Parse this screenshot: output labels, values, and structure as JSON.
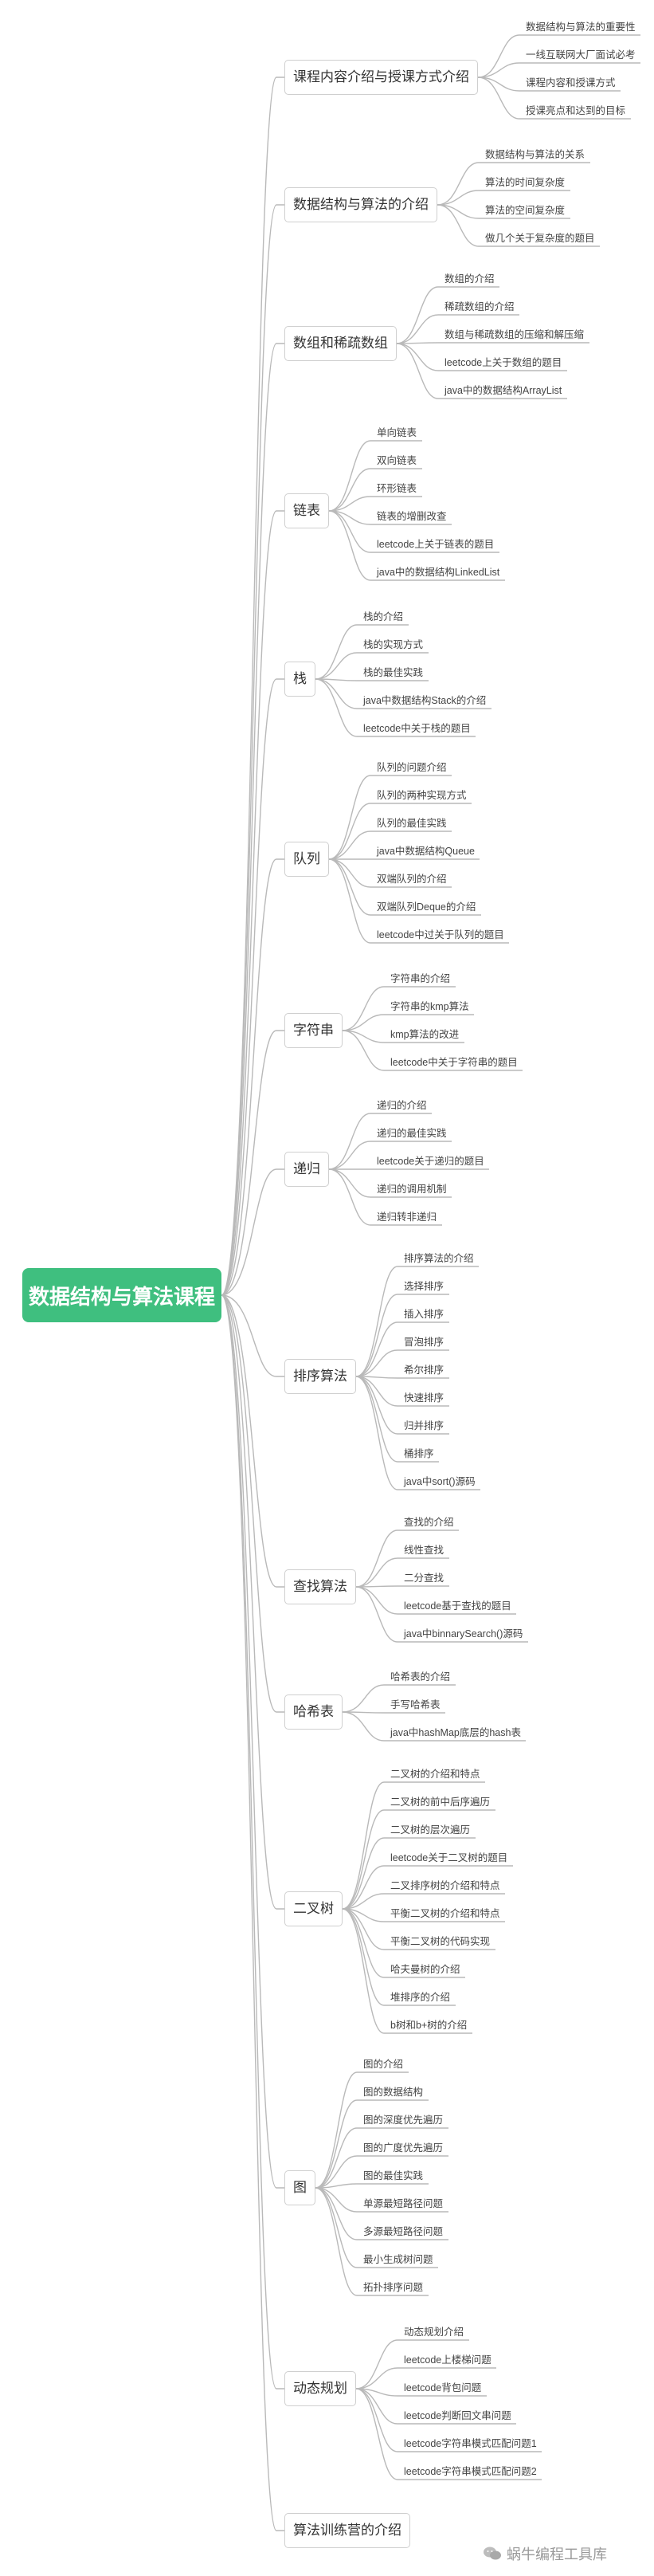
{
  "root": "数据结构与算法课程",
  "branches": [
    {
      "label": "课程内容介绍与授课方式介绍",
      "children": [
        "数据结构与算法的重要性",
        "一线互联网大厂面试必考",
        "课程内容和授课方式",
        "授课亮点和达到的目标"
      ]
    },
    {
      "label": "数据结构与算法的介绍",
      "children": [
        "数据结构与算法的关系",
        "算法的时间复杂度",
        "算法的空间复杂度",
        "做几个关于复杂度的题目"
      ]
    },
    {
      "label": "数组和稀疏数组",
      "children": [
        "数组的介绍",
        "稀疏数组的介绍",
        "数组与稀疏数组的压缩和解压缩",
        "leetcode上关于数组的题目",
        "java中的数据结构ArrayList"
      ]
    },
    {
      "label": "链表",
      "children": [
        "单向链表",
        "双向链表",
        "环形链表",
        "链表的增删改查",
        "leetcode上关于链表的题目",
        "java中的数据结构LinkedList"
      ]
    },
    {
      "label": "栈",
      "children": [
        "栈的介绍",
        "栈的实现方式",
        "栈的最佳实践",
        "java中数据结构Stack的介绍",
        "leetcode中关于栈的题目"
      ]
    },
    {
      "label": "队列",
      "children": [
        "队列的问题介绍",
        "队列的两种实现方式",
        "队列的最佳实践",
        "java中数据结构Queue",
        "双端队列的介绍",
        "双端队列Deque的介绍",
        "leetcode中过关于队列的题目"
      ]
    },
    {
      "label": "字符串",
      "children": [
        "字符串的介绍",
        "字符串的kmp算法",
        "kmp算法的改进",
        "leetcode中关于字符串的题目"
      ]
    },
    {
      "label": "递归",
      "children": [
        "递归的介绍",
        "递归的最佳实践",
        "leetcode关于递归的题目",
        "递归的调用机制",
        "递归转非递归"
      ]
    },
    {
      "label": "排序算法",
      "children": [
        "排序算法的介绍",
        "选择排序",
        "插入排序",
        "冒泡排序",
        "希尔排序",
        "快速排序",
        "归并排序",
        "桶排序",
        "java中sort()源码"
      ]
    },
    {
      "label": "查找算法",
      "children": [
        "查找的介绍",
        "线性查找",
        "二分查找",
        "leetcode基于查找的题目",
        "java中binnarySearch()源码"
      ]
    },
    {
      "label": "哈希表",
      "children": [
        "哈希表的介绍",
        "手写哈希表",
        "java中hashMap底层的hash表"
      ]
    },
    {
      "label": "二叉树",
      "children": [
        "二叉树的介绍和特点",
        "二叉树的前中后序遍历",
        "二叉树的层次遍历",
        "leetcode关于二叉树的题目",
        "二叉排序树的介绍和特点",
        "平衡二叉树的介绍和特点",
        "平衡二叉树的代码实现",
        "哈夫曼树的介绍",
        "堆排序的介绍",
        "b树和b+树的介绍"
      ]
    },
    {
      "label": "图",
      "children": [
        "图的介绍",
        "图的数据结构",
        "图的深度优先遍历",
        "图的广度优先遍历",
        "图的最佳实践",
        "单源最短路径问题",
        "多源最短路径问题",
        "最小生成树问题",
        "拓扑排序问题"
      ]
    },
    {
      "label": "动态规划",
      "children": [
        "动态规划介绍",
        "leetcode上楼梯问题",
        "leetcode背包问题",
        "leetcode判断回文串问题",
        "leetcode字符串模式匹配问题1",
        "leetcode字符串模式匹配问题2"
      ]
    },
    {
      "label": "算法训练营的介绍",
      "children": []
    }
  ],
  "watermark": {
    "text": "蜗牛编程工具库"
  },
  "colors": {
    "root_bg": "#3fbf7f",
    "line": "#b9b9b9",
    "branch_border": "#cfcfcf"
  }
}
